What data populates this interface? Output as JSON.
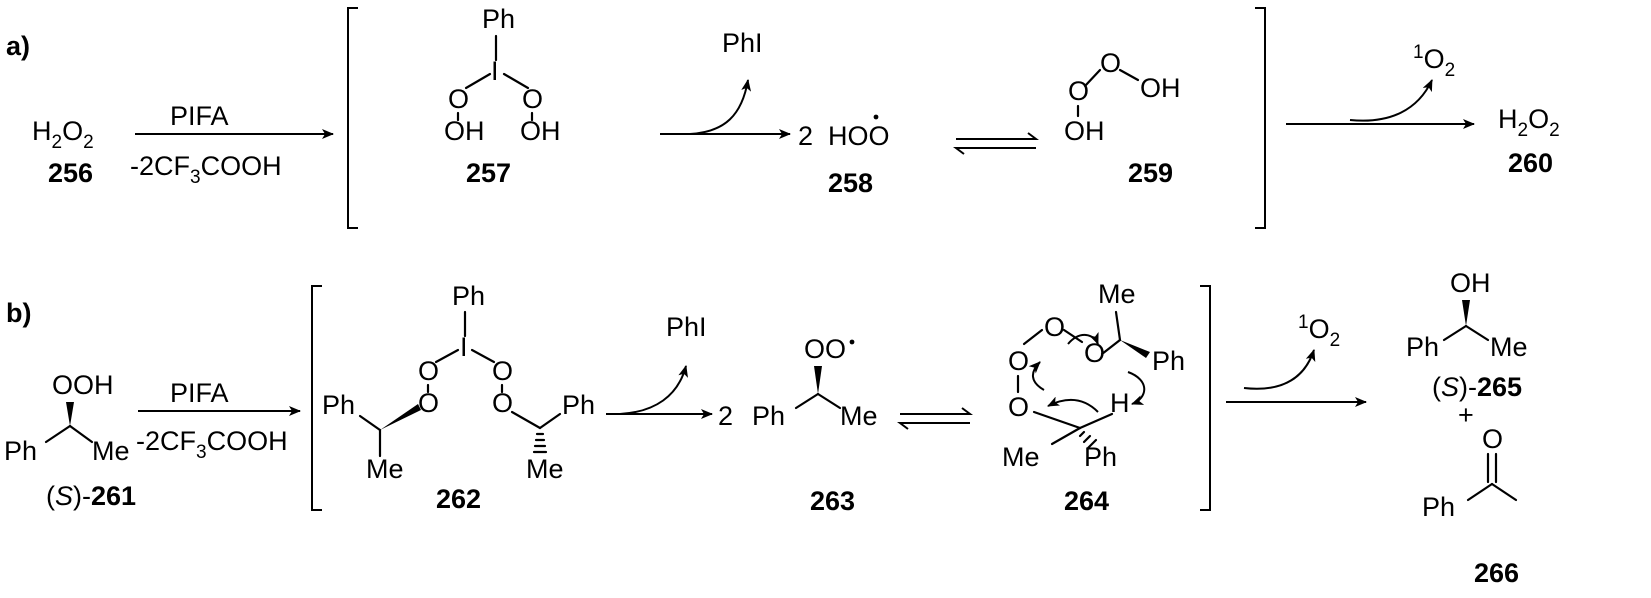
{
  "panel_a": {
    "label": "a)",
    "reactant": {
      "formula": "H",
      "sub": "2",
      "tail": "O",
      "sub2": "2",
      "number": "256"
    },
    "reagent": "PIFA",
    "conditions": {
      "prefix": "-2CF",
      "sub": "3",
      "tail": "COOH"
    },
    "int257": {
      "ph": "Ph",
      "iodine": "I",
      "o1": "O",
      "o2": "O",
      "oh1": "OH",
      "oh2": "OH",
      "number": "257"
    },
    "byproduct": "PhI",
    "int258": {
      "coef": "2",
      "formula": "HOO",
      "number": "258"
    },
    "int259": {
      "o1": "O",
      "o2": "O",
      "oh1": "OH",
      "oh2": "OH",
      "number": "259"
    },
    "release": {
      "pre": "1",
      "main": "O",
      "sub": "2"
    },
    "product": {
      "formula": "H",
      "sub": "2",
      "tail": "O",
      "sub2": "2",
      "number": "260"
    }
  },
  "panel_b": {
    "label": "b)",
    "reactant": {
      "ooh": "OOH",
      "ph": "Ph",
      "me": "Me",
      "stereo_open": "(",
      "stereo": "S",
      "stereo_close": ")-",
      "number": "261"
    },
    "reagent": "PIFA",
    "conditions": {
      "prefix": "-2CF",
      "sub": "3",
      "tail": "COOH"
    },
    "int262": {
      "ph_top": "Ph",
      "iodine": "I",
      "o1": "O",
      "o2": "O",
      "o3": "O",
      "o4": "O",
      "ph_left": "Ph",
      "ph_right": "Ph",
      "me_left": "Me",
      "me_right": "Me",
      "number": "262"
    },
    "byproduct": "PhI",
    "int263": {
      "coef": "2",
      "oo": "OO",
      "ph": "Ph",
      "me": "Me",
      "number": "263"
    },
    "int264": {
      "me_top": "Me",
      "ph_right": "Ph",
      "o1": "O",
      "o2": "O",
      "o3": "O",
      "o4": "O",
      "h": "H",
      "me_bottom": "Me",
      "ph_bottom": "Ph",
      "number": "264"
    },
    "release": {
      "pre": "1",
      "main": "O",
      "sub": "2"
    },
    "product265": {
      "oh": "OH",
      "ph": "Ph",
      "me": "Me",
      "stereo_open": "(",
      "stereo": "S",
      "stereo_close": ")-",
      "number": "265"
    },
    "plus": "+",
    "product266": {
      "o": "O",
      "ph": "Ph",
      "number": "266"
    }
  }
}
